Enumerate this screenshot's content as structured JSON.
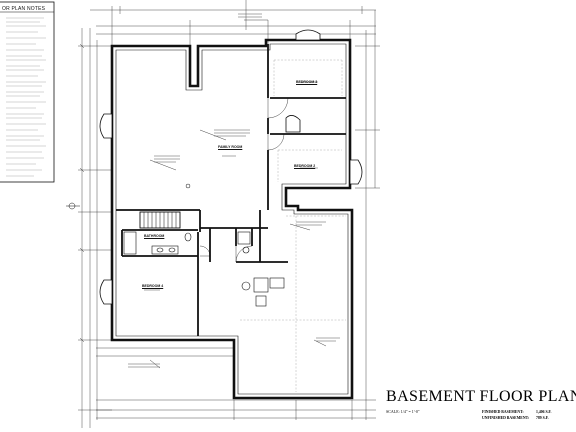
{
  "notes": {
    "title": "OR PLAN NOTES"
  },
  "rooms": [
    {
      "id": "bedroom3",
      "name": "BEDROOM 3"
    },
    {
      "id": "family",
      "name": "FAMILY ROOM"
    },
    {
      "id": "bedroom2",
      "name": "BEDROOM 2"
    },
    {
      "id": "bathroom",
      "name": "BATHROOM"
    },
    {
      "id": "bedroom4",
      "name": "BEDROOM 4"
    }
  ],
  "title_block": {
    "title": "BASEMENT FLOOR PLAN",
    "scale": "SCALE: 1/4\" = 1'-0\"",
    "areas": [
      {
        "label": "FINISHED BASEMENT:",
        "value": "1,406 S.F."
      },
      {
        "label": "UNFINISHED BASEMENT:",
        "value": "789 S.F."
      }
    ]
  },
  "colors": {
    "line": "#111111",
    "wall_fill": "#ffffff",
    "hatch": "#9a9a9a"
  }
}
